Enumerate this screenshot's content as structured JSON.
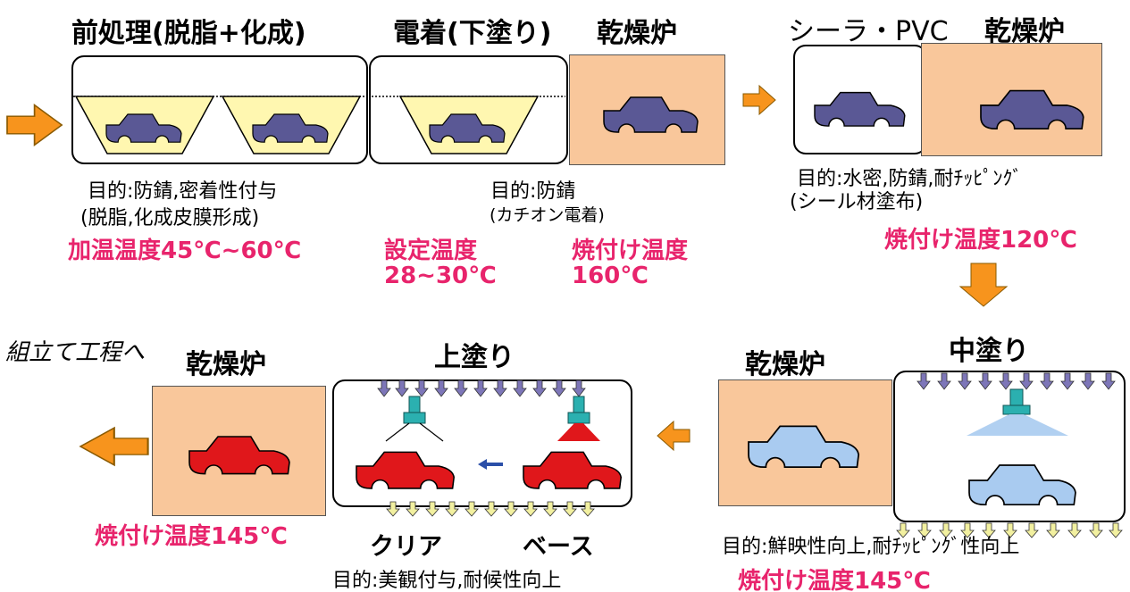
{
  "titles": {
    "pretreatment": "前処理(脱脂+化成)",
    "electrodeposition": "電着(下塗り)",
    "oven1": "乾燥炉",
    "sealer": "シーラ・PVC",
    "oven2": "乾燥炉",
    "middle_coat": "中塗り",
    "oven3": "乾燥炉",
    "top_coat": "上塗り",
    "oven4": "乾燥炉",
    "to_assembly": "組立て工程へ"
  },
  "purposes": {
    "pretreatment_line1": "目的:防錆,密着性付与",
    "pretreatment_line2": "(脱脂,化成皮膜形成)",
    "electrodeposition_line1": "目的:防錆",
    "electrodeposition_line2": "(カチオン電着)",
    "sealer_line1": "目的:水密,防錆,耐ﾁｯﾋﾟﾝｸﾞ",
    "sealer_line2": "(シール材塗布)",
    "middle_coat": "目的:鮮映性向上,耐ﾁｯﾋﾟﾝｸﾞ性向上",
    "top_coat": "目的:美観付与,耐候性向上"
  },
  "temperatures": {
    "pretreatment": "加温温度45℃~60℃",
    "electro_label": "設定温度",
    "electro_value": "28~30℃",
    "oven1_label": "焼付け温度",
    "oven1_value": "160℃",
    "sealer": "焼付け温度120℃",
    "middle": "焼付け温度145℃",
    "top": "焼付け温度145℃"
  },
  "captions": {
    "clear": "クリア",
    "base": "ベース"
  },
  "colors": {
    "process_arrow": "#f7941d",
    "oven_fill": "#f9c79b",
    "accent_text": "#e8246c",
    "car_undercoat": "#5a5895",
    "car_middle": "#a9cbf0",
    "car_top": "#e0171b",
    "bath_fill": "#fff7b0",
    "spray_down_arrow": "#7d76b8",
    "exhaust_arrow": "#f2f0a0",
    "spray_gun": "#2bb0b0",
    "transfer_arrow": "#2b4fa8"
  }
}
